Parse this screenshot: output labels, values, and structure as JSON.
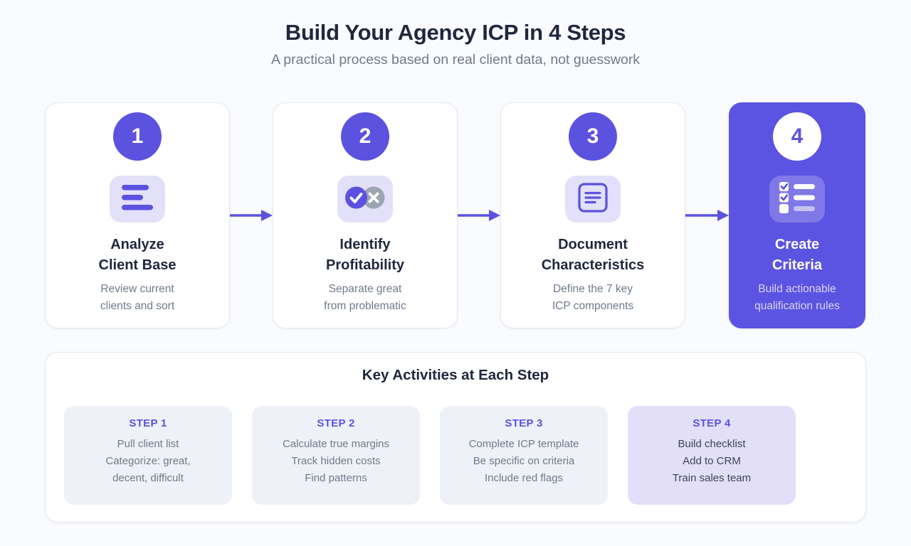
{
  "header": {
    "title": "Build Your Agency ICP in 4 Steps",
    "subtitle": "A practical process based on real client data, not guesswork"
  },
  "colors": {
    "primary_purple": "#5B52E0",
    "highlight_card_bg": "#5B53E1",
    "lavender_icon_bg": "#E3E0FA",
    "gray_circle": "#9BA5B3",
    "navy_text": "#20273E",
    "gray_text": "#6F7A8B",
    "page_bg": "#FAFBFE",
    "card_border": "#E6E8F1",
    "activity_bg": "#EEF1F7",
    "activity_highlight_bg": "#E3DFF9"
  },
  "steps": [
    {
      "number": "1",
      "icon": "text-lines-icon",
      "title": [
        "Analyze",
        "Client Base"
      ],
      "description": [
        "Review current",
        "clients and sort"
      ]
    },
    {
      "number": "2",
      "icon": "check-x-icon",
      "title": [
        "Identify",
        "Profitability"
      ],
      "description": [
        "Separate great",
        "from problematic"
      ]
    },
    {
      "number": "3",
      "icon": "document-icon",
      "title": [
        "Document",
        "Characteristics"
      ],
      "description": [
        "Define the 7 key",
        "ICP components"
      ]
    },
    {
      "number": "4",
      "icon": "checklist-icon",
      "title": [
        "Create",
        "Criteria"
      ],
      "description": [
        "Build actionable",
        "qualification rules"
      ]
    }
  ],
  "activities": {
    "heading": "Key Activities at Each Step",
    "items": [
      {
        "label": "STEP 1",
        "lines": [
          "Pull client list",
          "Categorize: great,",
          "decent, difficult"
        ]
      },
      {
        "label": "STEP 2",
        "lines": [
          "Calculate true margins",
          "Track hidden costs",
          "Find patterns"
        ]
      },
      {
        "label": "STEP 3",
        "lines": [
          "Complete ICP template",
          "Be specific on criteria",
          "Include red flags"
        ]
      },
      {
        "label": "STEP 4",
        "lines": [
          "Build checklist",
          "Add to CRM",
          "Train sales team"
        ]
      }
    ]
  }
}
